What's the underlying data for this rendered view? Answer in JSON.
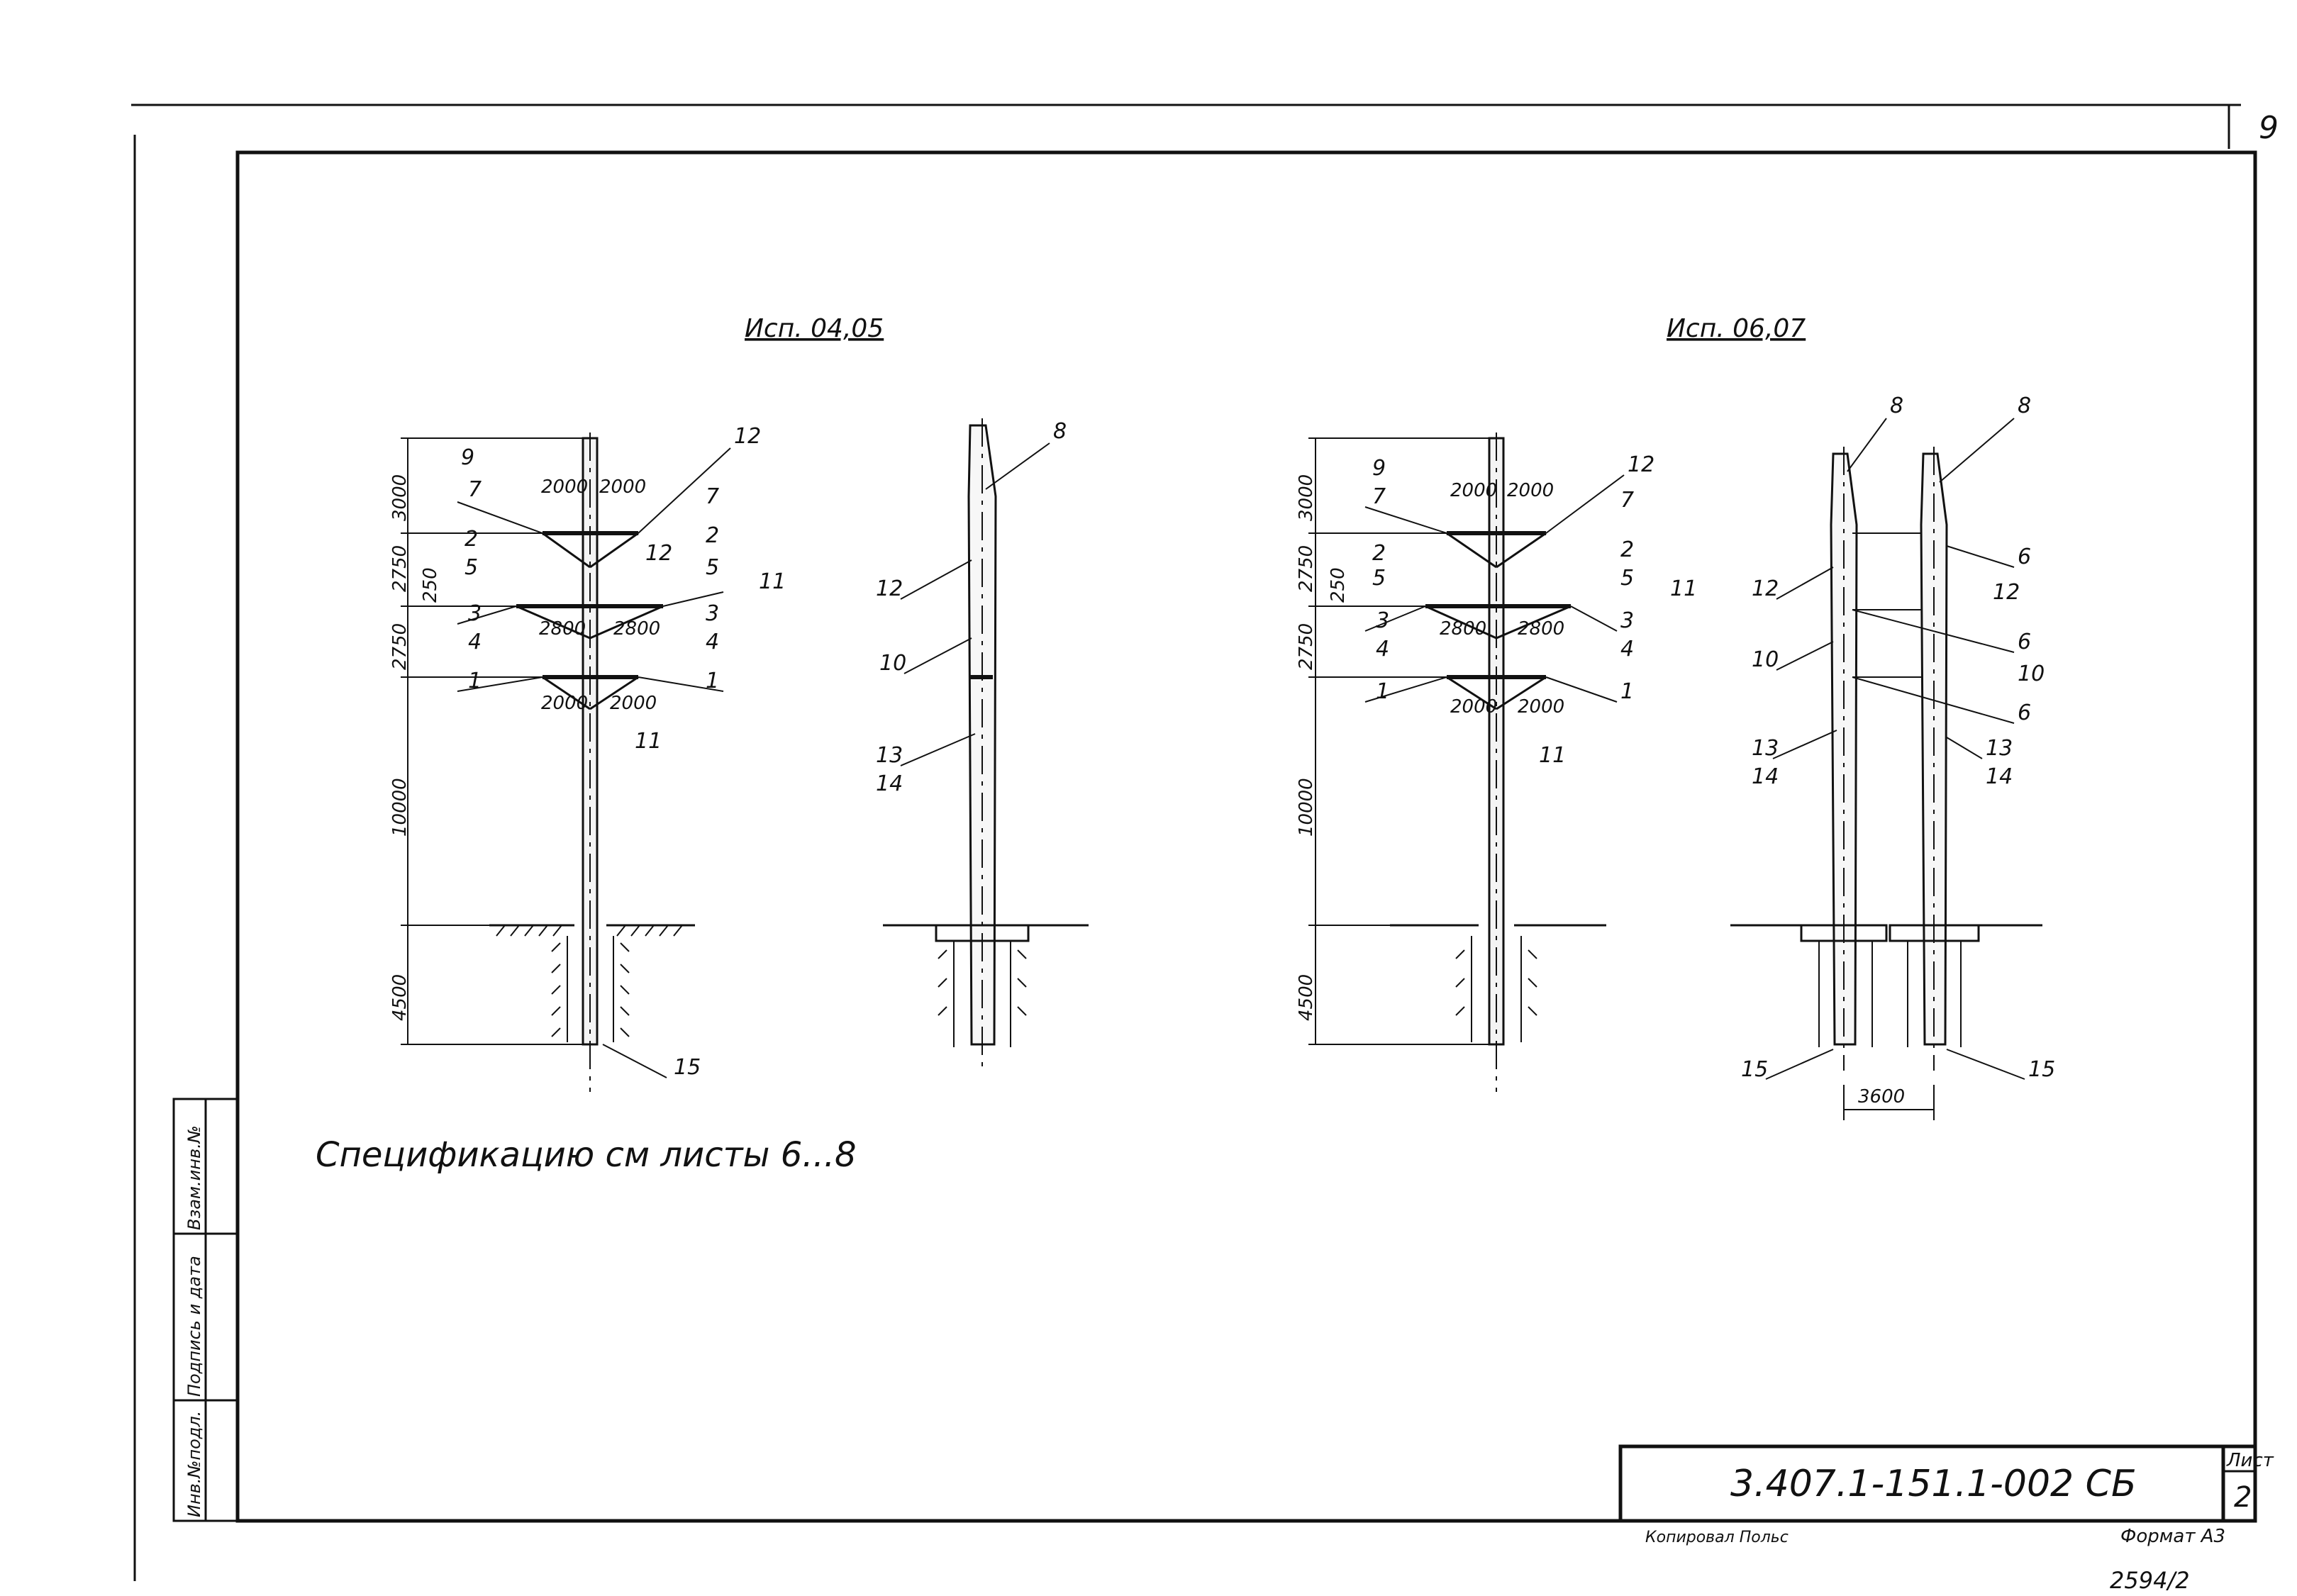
{
  "page": {
    "sheet_corner_number": "9",
    "note": "Спецификацию   см   листы  6...8"
  },
  "left_variant": {
    "title": "Исп. 04,05",
    "front_dims": [
      "3000",
      "2750",
      "250",
      "2750",
      "10000",
      "4500"
    ],
    "crossarm_dims": [
      "2000",
      "2000",
      "2800",
      "2800",
      "2000",
      "2000"
    ],
    "front_left_callouts": [
      "9",
      "7",
      "2",
      "5",
      "3",
      "4",
      "1"
    ],
    "front_right_callouts": [
      "12",
      "7",
      "2",
      "12",
      "5",
      "11",
      "3",
      "4",
      "1"
    ],
    "bottom_callouts": [
      "11",
      "15"
    ],
    "side_callouts": [
      "8",
      "12",
      "10",
      "13",
      "14"
    ]
  },
  "right_variant": {
    "title": "Исп. 06,07",
    "front_dims": [
      "3000",
      "2750",
      "250",
      "2750",
      "10000",
      "4500"
    ],
    "crossarm_dims": [
      "2000",
      "2000",
      "2800",
      "2800",
      "2000",
      "2000"
    ],
    "front_left_callouts": [
      "9",
      "7",
      "2",
      "5",
      "3",
      "4",
      "1"
    ],
    "front_right_callouts": [
      "12",
      "7",
      "2",
      "5",
      "11",
      "3",
      "4",
      "1"
    ],
    "bottom_callouts": [
      "11"
    ],
    "side_callouts": [
      "8",
      "8",
      "12",
      "10",
      "13",
      "14",
      "6",
      "12",
      "6",
      "10",
      "6",
      "13",
      "14",
      "15",
      "15"
    ],
    "spacing_dim": "3600"
  },
  "side_stamp": {
    "cells": [
      "Инв.№подл.",
      "Подпись и дата",
      "Взам.инв.№"
    ]
  },
  "title_block": {
    "code": "3.407.1-151.1-002 СБ",
    "sheet_label": "Лист",
    "sheet_number": "2",
    "copied_by": "Копировал Польс",
    "format": "Формат А3",
    "archive": "2594/2"
  }
}
